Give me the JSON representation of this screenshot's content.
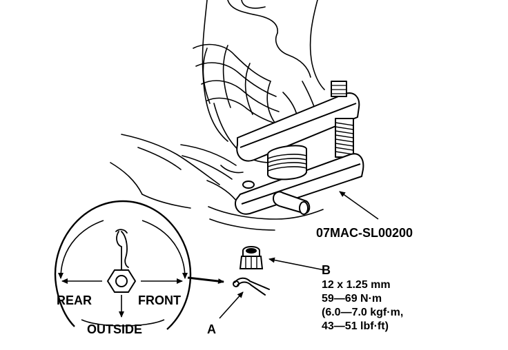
{
  "tool_label": "07MAC-SL00200",
  "callout_a": "A",
  "callout_b": "B",
  "torque_spec": {
    "thread": "12 x 1.25 mm",
    "torque_nm": "59—69 N·m",
    "torque_kgf": "(6.0—7.0 kgf·m,",
    "torque_lbf": "43—51 lbf·ft)"
  },
  "inset": {
    "rear": "REAR",
    "front": "FRONT",
    "outside": "OUTSIDE"
  },
  "colors": {
    "ink": "#000000",
    "paper": "#ffffff"
  },
  "icons": [
    "cotter-pin-icon",
    "castle-nut-icon",
    "arrow-icon"
  ]
}
